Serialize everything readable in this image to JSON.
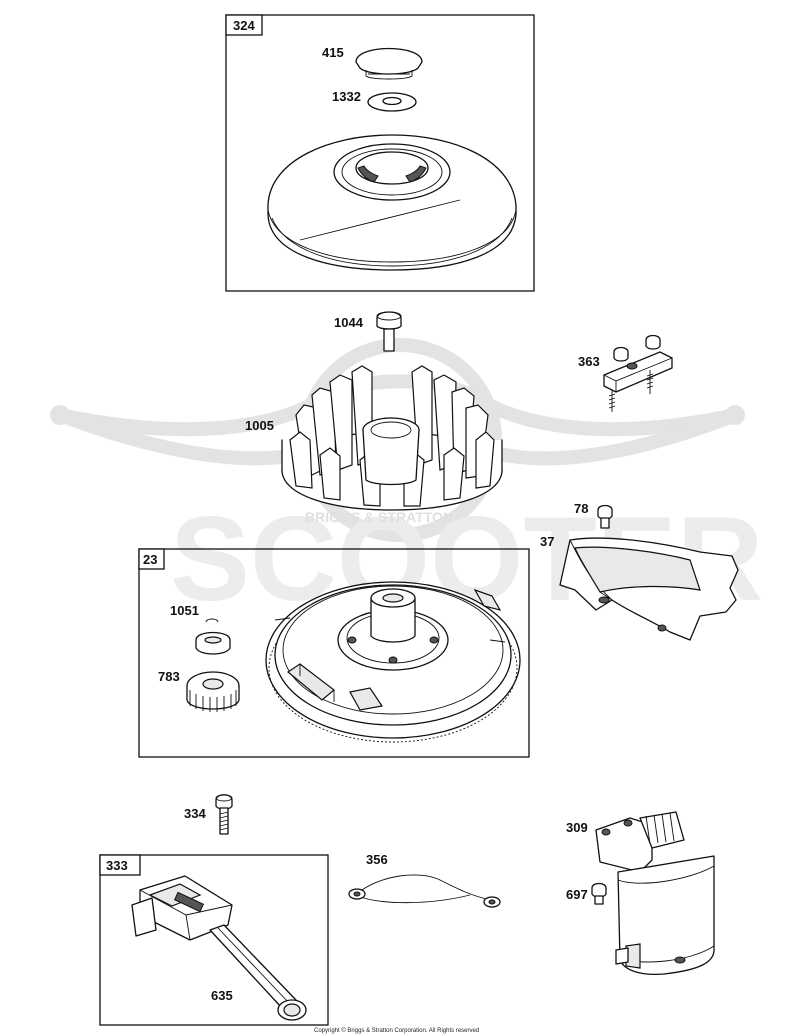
{
  "watermark": {
    "text": "SCOOTER",
    "ring_text": "BRIGGS & STRATTON"
  },
  "boxes": [
    {
      "id": "box-324",
      "label": "324"
    },
    {
      "id": "box-23",
      "label": "23"
    },
    {
      "id": "box-333",
      "label": "333"
    }
  ],
  "parts": [
    {
      "id": "415",
      "label": "415"
    },
    {
      "id": "1332",
      "label": "1332"
    },
    {
      "id": "1044",
      "label": "1044"
    },
    {
      "id": "1005",
      "label": "1005"
    },
    {
      "id": "363",
      "label": "363"
    },
    {
      "id": "78",
      "label": "78"
    },
    {
      "id": "37",
      "label": "37"
    },
    {
      "id": "1051",
      "label": "1051"
    },
    {
      "id": "783",
      "label": "783"
    },
    {
      "id": "334",
      "label": "334"
    },
    {
      "id": "356",
      "label": "356"
    },
    {
      "id": "309",
      "label": "309"
    },
    {
      "id": "697",
      "label": "697"
    },
    {
      "id": "635",
      "label": "635"
    }
  ],
  "footer": {
    "copyright": "Copyright © Briggs & Stratton Corporation. All Rights reserved"
  },
  "colors": {
    "line": "#111111",
    "watermark": "#e3e3e3",
    "background": "#ffffff"
  }
}
